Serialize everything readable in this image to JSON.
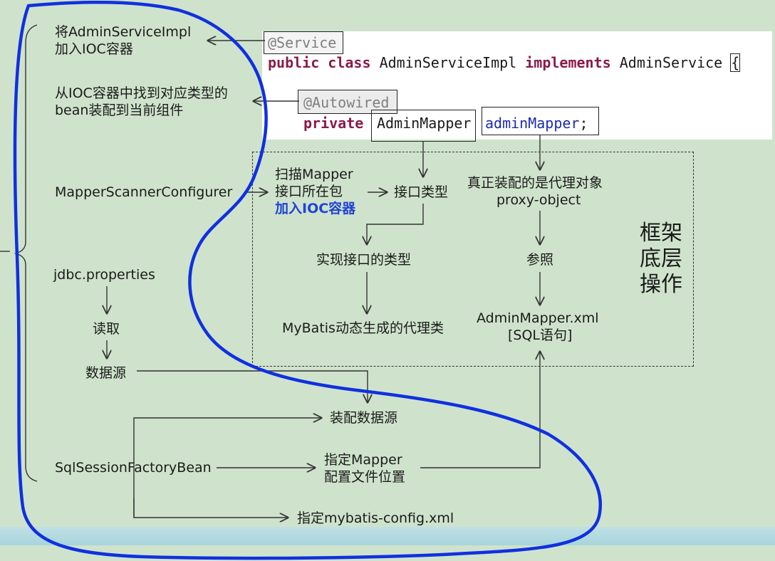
{
  "left_labels": {
    "service_line1": "将AdminServiceImpl",
    "service_line2": "加入IOC容器",
    "autowire_line1": "从IOC容器中找到对应类型的",
    "autowire_line2": "bean装配到当前组件",
    "scanner": "MapperScannerConfigurer",
    "jdbc": "jdbc.properties",
    "read": "读取",
    "datasource": "数据源",
    "factory": "SqlSessionFactoryBean"
  },
  "code": {
    "service_annotation": "@Service",
    "class_kw1": "public",
    "class_kw2": "class",
    "class_name": "AdminServiceImpl",
    "class_kw3": "implements",
    "interface_name": "AdminService",
    "brace": "{",
    "autowired": "@Autowired",
    "private_kw": "private",
    "field_type": "AdminMapper",
    "field_name": "adminMapper",
    "semicolon": ";"
  },
  "framework": {
    "scan_line1": "扫描Mapper",
    "scan_line2": "接口所在包",
    "scan_line3": "加入IOC容器",
    "interface_type": "接口类型",
    "impl_type": "实现接口的类型",
    "proxy_class": "MyBatis动态生成的代理类",
    "proxy_line1": "真正装配的是代理对象",
    "proxy_line2": "proxy-object",
    "reference": "参照",
    "xml_line1": "AdminMapper.xml",
    "xml_line2": "[SQL语句]",
    "title_line1": "框架",
    "title_line2": "底层",
    "title_line3": "操作"
  },
  "bottom": {
    "assemble_ds": "装配数据源",
    "mapper_loc_line1": "指定Mapper",
    "mapper_loc_line2": "配置文件位置",
    "config_xml": "指定mybatis-config.xml"
  },
  "colors": {
    "background": "#cfe3cc",
    "pen_stroke": "#1030e0",
    "keyword": "#8b1a4a",
    "variable": "#1c2ab5"
  }
}
